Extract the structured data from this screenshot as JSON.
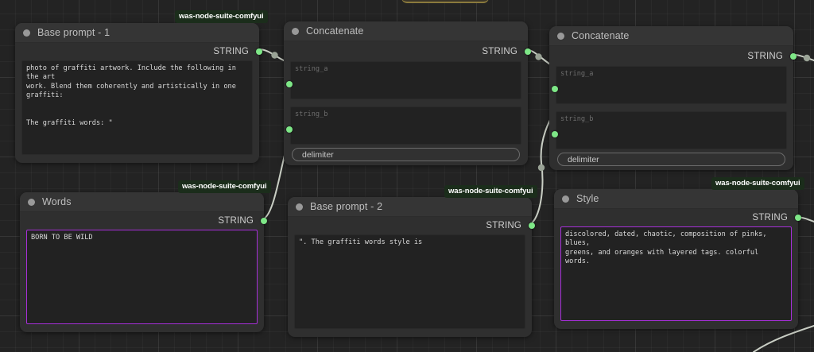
{
  "app": {
    "name": "ComfyUI node graph",
    "suite_badge_label": "was-node-suite-comfyui",
    "accent_green": "#7ee787",
    "focus_purple": "#a62fd8",
    "canvas_bg": "#232323",
    "node_bg": "#353535",
    "node_body_bg": "#2f2f2f"
  },
  "nodes": [
    {
      "id": "base-prompt-1",
      "title": "Base prompt - 1",
      "output_label": "STRING",
      "text": "photo of graffiti artwork. Include the following in the art\nwork. Blend them coherently and artistically in one graffiti:\n\n\nThe graffiti words: \"",
      "focused": false
    },
    {
      "id": "concatenate-1",
      "title": "Concatenate",
      "output_label": "STRING",
      "input_a_label": "string_a",
      "input_b_label": "string_b",
      "delimiter_label": "delimiter"
    },
    {
      "id": "concatenate-2",
      "title": "Concatenate",
      "output_label": "STRING",
      "input_a_label": "string_a",
      "input_b_label": "string_b",
      "delimiter_label": "delimiter"
    },
    {
      "id": "words",
      "title": "Words",
      "output_label": "STRING",
      "text": "BORN TO BE WILD",
      "focused": true
    },
    {
      "id": "base-prompt-2",
      "title": "Base prompt - 2",
      "output_label": "STRING",
      "text": "\". The graffiti words style is",
      "focused": false
    },
    {
      "id": "style",
      "title": "Style",
      "output_label": "STRING",
      "text": "discolored, dated, chaotic, composition of pinks, blues,\ngreens, and oranges with layered tags. colorful words.",
      "focused": true
    }
  ]
}
